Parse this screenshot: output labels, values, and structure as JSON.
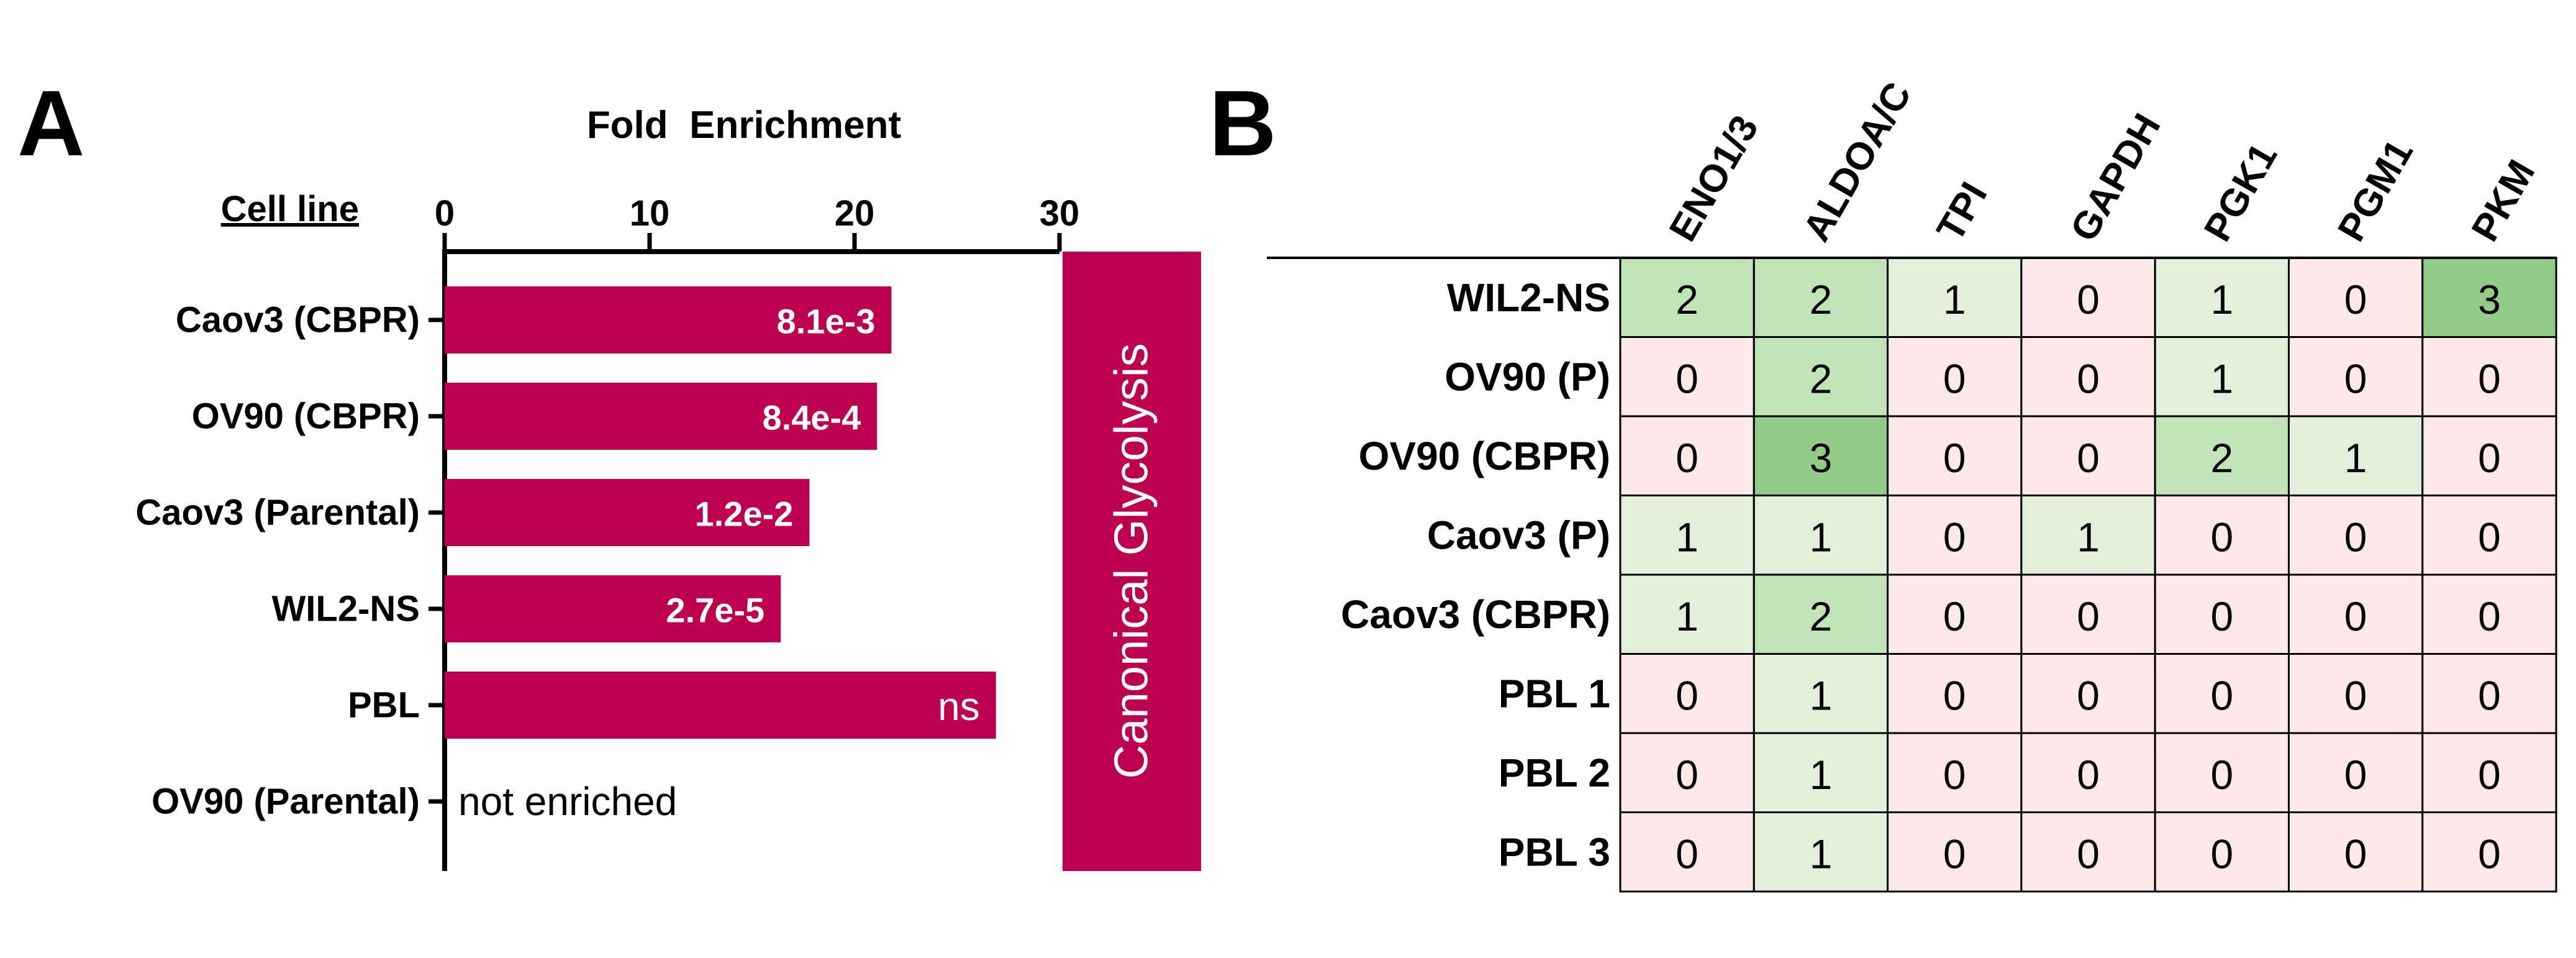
{
  "panel_a": {
    "panel_letter": "A",
    "axis_title": "Fold  Enrichment",
    "row_header": "Cell line",
    "side_box_label": "Canonical Glycolysis",
    "not_enriched_label": "not enriched",
    "colors": {
      "bar": "#bd004f",
      "axis": "#000000",
      "bar_text": "#ffffff"
    }
  },
  "panel_b": {
    "panel_letter": "B",
    "colors": {
      "v0": "#fce9e8",
      "v1": "#e0f0da",
      "v2": "#c1e3b8",
      "v3": "#92cb85",
      "grid": "#000000"
    }
  },
  "chart_data": [
    {
      "type": "bar",
      "orientation": "horizontal",
      "title": "Canonical Glycolysis",
      "xlabel": "Fold  Enrichment",
      "ylabel": "Cell line",
      "xlim": [
        0,
        30
      ],
      "xticks": [
        0,
        10,
        20,
        30
      ],
      "categories": [
        "Caov3 (CBPR)",
        "OV90 (CBPR)",
        "Caov3 (Parental) ",
        "WIL2-NS",
        "PBL",
        "OV90 (Parental)"
      ],
      "values": [
        21.8,
        21.1,
        17.8,
        16.4,
        26.9,
        null
      ],
      "data_labels": [
        "8.1e-3",
        "8.4e-4",
        "1.2e-2",
        "2.7e-5",
        "ns",
        "not enriched"
      ],
      "grid": false
    },
    {
      "type": "heatmap",
      "columns": [
        "ENO1/3",
        "ALDOA/C",
        "TPI",
        "GAPDH",
        "PGK1",
        "PGM1",
        "PKM"
      ],
      "rows": [
        "WIL2-NS",
        "OV90 (P)",
        "OV90 (CBPR)",
        "Caov3 (P)",
        "Caov3 (CBPR)",
        "PBL 1",
        "PBL 2",
        "PBL 3"
      ],
      "values": [
        [
          2,
          2,
          1,
          0,
          1,
          0,
          3
        ],
        [
          0,
          2,
          0,
          0,
          1,
          0,
          0
        ],
        [
          0,
          3,
          0,
          0,
          2,
          1,
          0
        ],
        [
          1,
          1,
          0,
          1,
          0,
          0,
          0
        ],
        [
          1,
          2,
          0,
          0,
          0,
          0,
          0
        ],
        [
          0,
          1,
          0,
          0,
          0,
          0,
          0
        ],
        [
          0,
          1,
          0,
          0,
          0,
          0,
          0
        ],
        [
          0,
          1,
          0,
          0,
          0,
          0,
          0
        ]
      ]
    }
  ]
}
